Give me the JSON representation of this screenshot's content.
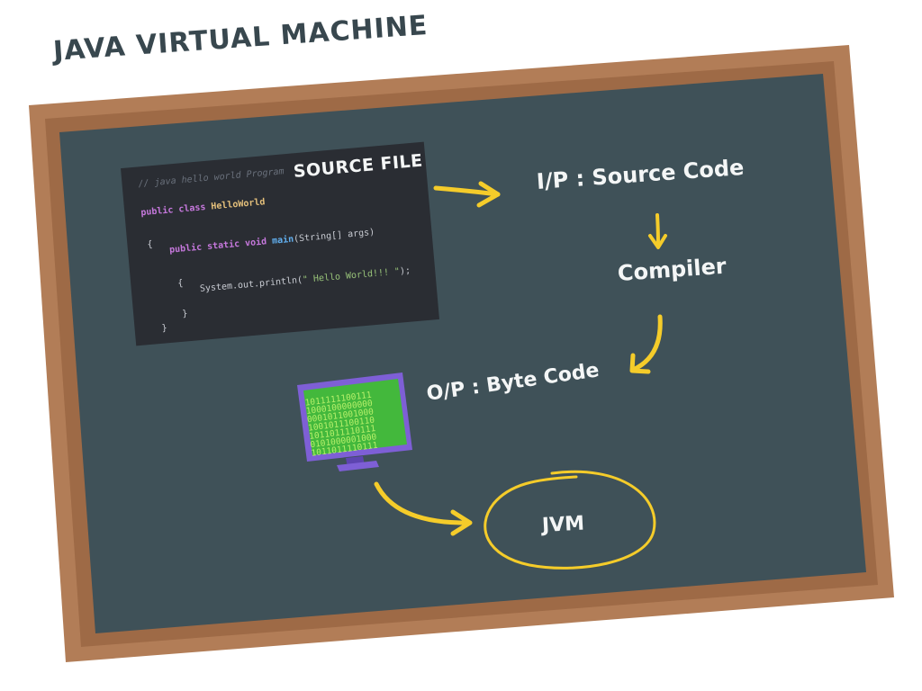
{
  "title": "JAVA VIRTUAL MACHINE",
  "code": {
    "comment": "// java hello world Program",
    "kw_public_class": "public class",
    "class_name": "HelloWorld",
    "open_brace": "{",
    "kw_method": "public static void",
    "method_name": "main",
    "method_args": "(String[] args)",
    "inner_open": "{",
    "print_call": "System.out.println(",
    "print_string": "\" Hello World!!! \"",
    "print_end": ");",
    "inner_close": "}",
    "close_brace": "}"
  },
  "labels": {
    "source_file": "SOURCE FILE",
    "input": "I/P : Source Code",
    "compiler": "Compiler",
    "output": "O/P : Byte Code",
    "jvm": "JVM"
  },
  "binary_rows": [
    "1011111100111",
    "1000100000000",
    "0001011001000",
    "1001011100110",
    "1011011110111",
    "0101000001000",
    "1011011110111"
  ],
  "colors": {
    "frame": "#b27d57",
    "frame_dark": "#9a6744",
    "board": "#3f5158",
    "arrow": "#f5cc2a",
    "monitor_frame": "#7e5fd6",
    "monitor_screen": "#43b83c",
    "binary_text": "#b6f06a"
  }
}
